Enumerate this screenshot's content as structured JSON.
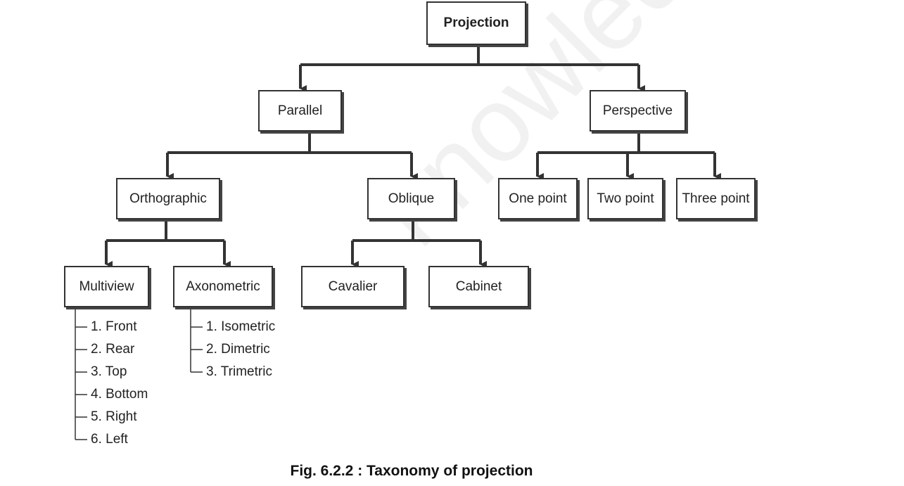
{
  "nodes": {
    "projection": "Projection",
    "parallel": "Parallel",
    "perspective": "Perspective",
    "orthographic": "Orthographic",
    "oblique": "Oblique",
    "one_point": "One point",
    "two_point": "Two point",
    "three_point": "Three point",
    "multiview": "Multiview",
    "axonometric": "Axonometric",
    "cavalier": "Cavalier",
    "cabinet": "Cabinet"
  },
  "multiview_items": [
    "1. Front",
    "2. Rear",
    "3. Top",
    "4. Bottom",
    "5. Right",
    "6. Left"
  ],
  "axonometric_items": [
    "1. Isometric",
    "2. Dimetric",
    "3. Trimetric"
  ],
  "caption": "Fig. 6.2.2 : Taxonomy of projection",
  "watermark": "knowledge",
  "colors": {
    "line": "#333333",
    "text": "#222222"
  }
}
